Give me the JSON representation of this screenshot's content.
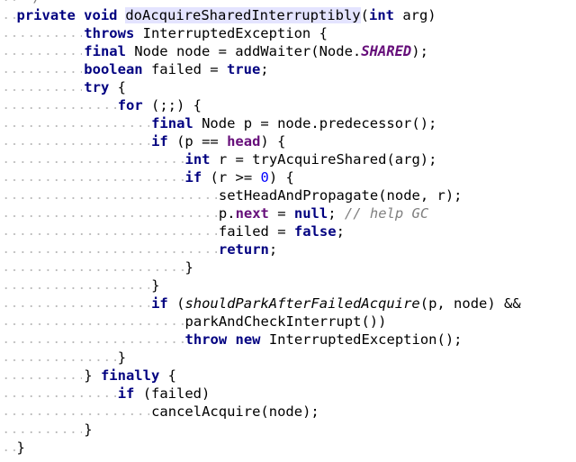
{
  "editor": {
    "language": "java",
    "colors": {
      "keyword": "#000080",
      "field": "#660e7a",
      "number": "#0000ff",
      "comment": "#808080",
      "identifier_highlight": "#e4e4ff",
      "whitespace_dots": "#b9b9b9"
    },
    "lines": [
      {
        "indent": 1,
        "tokens": [
          {
            "t": "*/",
            "c": "cmt"
          }
        ]
      },
      {
        "indent": 0,
        "current": true,
        "tokens": [
          {
            "t": "private",
            "c": "kw"
          },
          {
            "t": " "
          },
          {
            "t": "void",
            "c": "kw"
          },
          {
            "t": " "
          },
          {
            "t": "",
            "caret": true
          },
          {
            "t": "doAcquireSharedInterruptibly",
            "c": "hl"
          },
          {
            "t": "("
          },
          {
            "t": "int",
            "c": "kw"
          },
          {
            "t": " arg)"
          }
        ]
      },
      {
        "indent": 8,
        "tokens": [
          {
            "t": "throws",
            "c": "kw"
          },
          {
            "t": " InterruptedException {"
          }
        ]
      },
      {
        "indent": 8,
        "tokens": [
          {
            "t": "final",
            "c": "kw"
          },
          {
            "t": " Node node = addWaiter(Node."
          },
          {
            "t": "SHARED",
            "c": "sfld"
          },
          {
            "t": ");"
          }
        ]
      },
      {
        "indent": 8,
        "tokens": [
          {
            "t": "boolean",
            "c": "kw"
          },
          {
            "t": " failed = "
          },
          {
            "t": "true",
            "c": "kw"
          },
          {
            "t": ";"
          }
        ]
      },
      {
        "indent": 8,
        "tokens": [
          {
            "t": "try",
            "c": "kw"
          },
          {
            "t": " {"
          }
        ]
      },
      {
        "indent": 12,
        "tokens": [
          {
            "t": "for",
            "c": "kw"
          },
          {
            "t": " (;;) {"
          }
        ]
      },
      {
        "indent": 16,
        "tokens": [
          {
            "t": "final",
            "c": "kw"
          },
          {
            "t": " Node p = node.predecessor();"
          }
        ]
      },
      {
        "indent": 16,
        "tokens": [
          {
            "t": "if",
            "c": "kw"
          },
          {
            "t": " (p == "
          },
          {
            "t": "head",
            "c": "fld"
          },
          {
            "t": ") {"
          }
        ]
      },
      {
        "indent": 20,
        "tokens": [
          {
            "t": "int",
            "c": "kw"
          },
          {
            "t": " r = tryAcquireShared(arg);"
          }
        ]
      },
      {
        "indent": 20,
        "tokens": [
          {
            "t": "if",
            "c": "kw"
          },
          {
            "t": " (r >= "
          },
          {
            "t": "0",
            "c": "num"
          },
          {
            "t": ") {"
          }
        ]
      },
      {
        "indent": 24,
        "tokens": [
          {
            "t": "setHeadAndPropagate(node, r);"
          }
        ]
      },
      {
        "indent": 24,
        "tokens": [
          {
            "t": "p."
          },
          {
            "t": "next",
            "c": "fld"
          },
          {
            "t": " = "
          },
          {
            "t": "null",
            "c": "kw"
          },
          {
            "t": "; "
          },
          {
            "t": "// help GC",
            "c": "cmt"
          }
        ]
      },
      {
        "indent": 24,
        "tokens": [
          {
            "t": "failed = "
          },
          {
            "t": "false",
            "c": "kw"
          },
          {
            "t": ";"
          }
        ]
      },
      {
        "indent": 24,
        "tokens": [
          {
            "t": "return",
            "c": "kw"
          },
          {
            "t": ";"
          }
        ]
      },
      {
        "indent": 20,
        "tokens": [
          {
            "t": "}"
          }
        ]
      },
      {
        "indent": 16,
        "tokens": [
          {
            "t": "}"
          }
        ]
      },
      {
        "indent": 16,
        "tokens": [
          {
            "t": "if",
            "c": "kw"
          },
          {
            "t": " ("
          },
          {
            "t": "shouldParkAfterFailedAcquire",
            "c": "mcall"
          },
          {
            "t": "(p, node) &&"
          }
        ]
      },
      {
        "indent": 20,
        "tokens": [
          {
            "t": "parkAndCheckInterrupt())"
          }
        ]
      },
      {
        "indent": 20,
        "tokens": [
          {
            "t": "throw",
            "c": "kw"
          },
          {
            "t": " "
          },
          {
            "t": "new",
            "c": "kw"
          },
          {
            "t": " InterruptedException();"
          }
        ]
      },
      {
        "indent": 12,
        "tokens": [
          {
            "t": "}"
          }
        ]
      },
      {
        "indent": 8,
        "tokens": [
          {
            "t": "} "
          },
          {
            "t": "finally",
            "c": "kw"
          },
          {
            "t": " {"
          }
        ]
      },
      {
        "indent": 12,
        "tokens": [
          {
            "t": "if",
            "c": "kw"
          },
          {
            "t": " (failed)"
          }
        ]
      },
      {
        "indent": 16,
        "tokens": [
          {
            "t": "cancelAcquire(node);"
          }
        ]
      },
      {
        "indent": 8,
        "tokens": [
          {
            "t": "}"
          }
        ]
      },
      {
        "indent": 0,
        "tokens": [
          {
            "t": "}"
          }
        ]
      }
    ]
  }
}
